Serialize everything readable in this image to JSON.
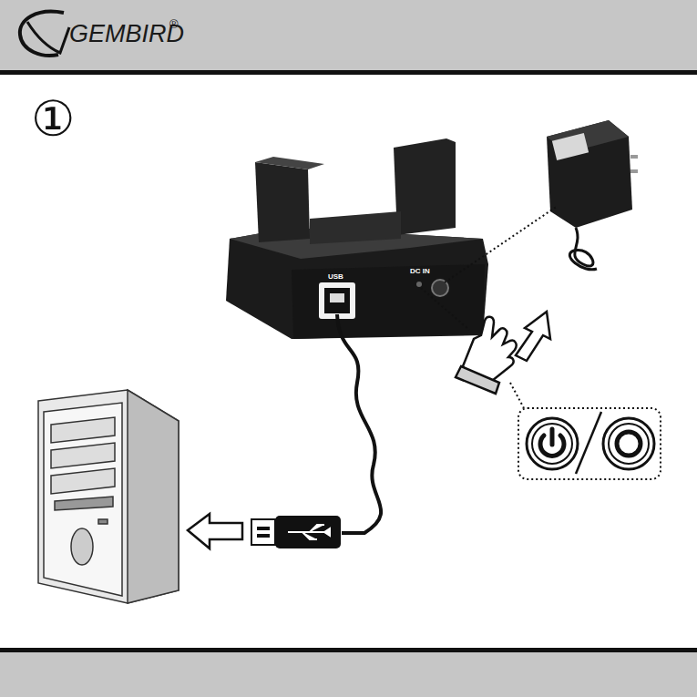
{
  "diagram": {
    "labels": [
      "GEMBIRD",
      "®",
      "①",
      "USB",
      "DC IN"
    ]
  }
}
